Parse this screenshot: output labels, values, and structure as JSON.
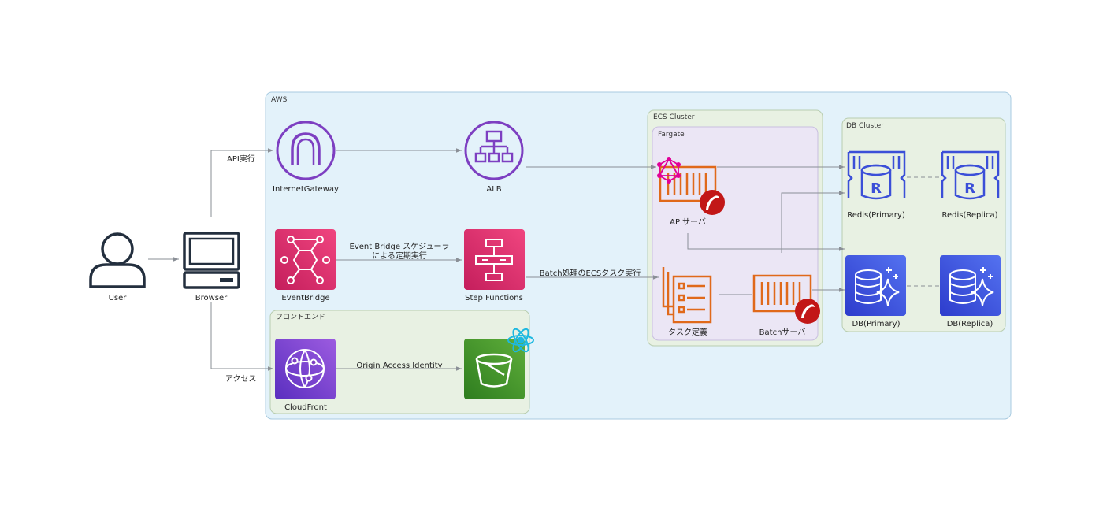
{
  "groups": {
    "aws": "AWS",
    "frontend": "フロントエンド",
    "ecs_cluster": "ECS Cluster",
    "fargate": "Fargate",
    "db_cluster": "DB Cluster"
  },
  "nodes": {
    "user": "User",
    "browser": "Browser",
    "internet_gateway": "InternetGateway",
    "alb": "ALB",
    "eventbridge": "EventBridge",
    "step_functions": "Step Functions",
    "cloudfront": "CloudFront",
    "api_server": "APIサーバ",
    "task_definition": "タスク定義",
    "batch_server": "Batchサーバ",
    "redis_primary": "Redis(Primary)",
    "redis_replica": "Redis(Replica)",
    "db_primary": "DB(Primary)",
    "db_replica": "DB(Replica)"
  },
  "edges": {
    "api_exec": "API実行",
    "access": "アクセス",
    "eventbridge_line1": "Event Bridge スケジューラ",
    "eventbridge_line2": "による定期実行",
    "batch_exec": "Batch処理のECSタスク実行",
    "oai": "Origin Access Identity"
  },
  "colors": {
    "aws_bg": "#e3f2fa",
    "aws_border": "#a9cbe0",
    "frontend_bg": "#e8f1e3",
    "ecs_bg": "#e8f1e3",
    "fargate_bg": "#ebe6f5",
    "db_bg": "#e8f1e3",
    "network_purple": "#7d3fc1",
    "app_pink": "#d6246c",
    "compute_orange": "#e0691a",
    "storage_green": "#4a9e2c",
    "database_blue": "#3b4fd8",
    "rails_red": "#c21717",
    "react_cyan": "#5ed3f3"
  }
}
